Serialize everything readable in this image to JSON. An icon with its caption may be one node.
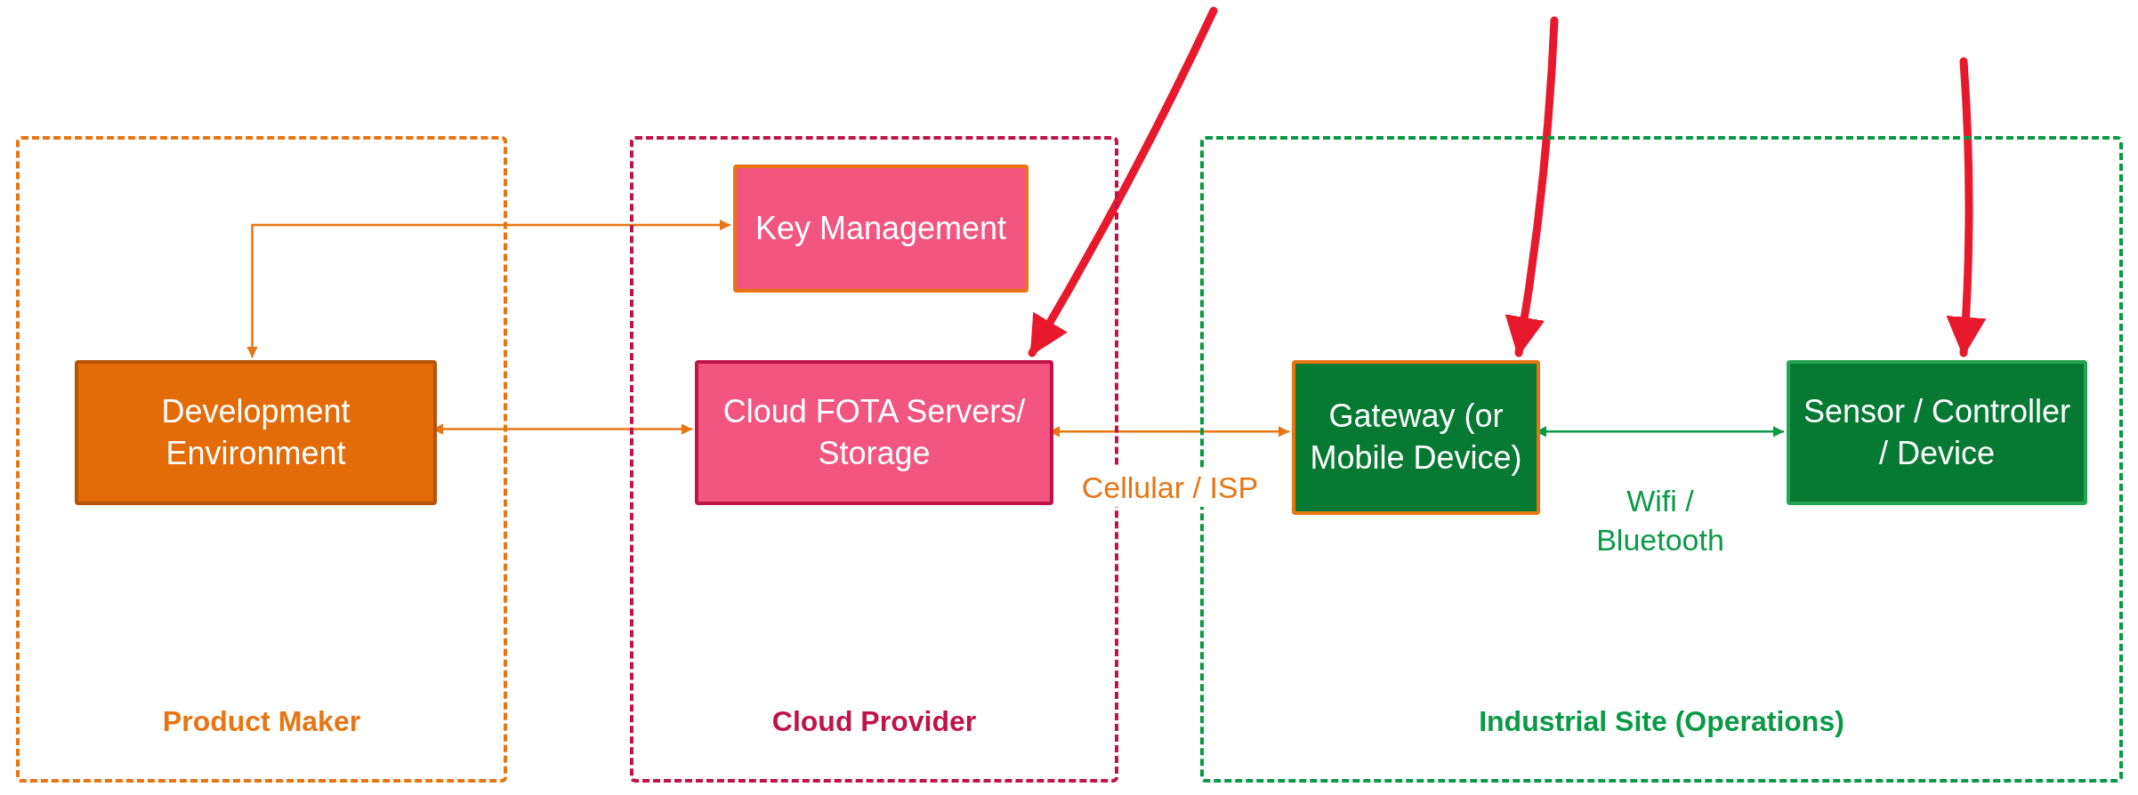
{
  "diagram": {
    "nodes": [
      {
        "text": [
          "Product Maker"
        ]
      },
      {
        "text": [
          "Development Environment"
        ],
        "in": 0
      },
      {
        "text": [
          "Cloud Provider"
        ]
      },
      {
        "text": [
          "Key Management"
        ],
        "in": 2
      },
      {
        "text": [
          "Cloud FOTA Servers/ Storage"
        ],
        "in": 2
      },
      {
        "text": [
          "Industrial Site (Operations)"
        ]
      },
      {
        "text": [
          "Gateway (or Mobile Device)"
        ],
        "in": 5
      },
      {
        "text": [
          "Sensor / Controller / Device"
        ],
        "in": 5
      }
    ],
    "edges": [
      {
        "from": 1,
        "to": 3,
        "arrow": "both"
      },
      {
        "from": 1,
        "to": 4,
        "arrow": "both"
      },
      {
        "from": 4,
        "to": 6,
        "arrow": "both",
        "label": "Cellular / ISP"
      },
      {
        "from": 6,
        "to": 7,
        "arrow": "both",
        "label": "Wifi / Bluetooth",
        "color": "#0a9a46"
      },
      {
        "from": null,
        "to": 4,
        "arrow": "to",
        "style": "thick",
        "color": "#e8192c"
      },
      {
        "from": null,
        "to": 6,
        "arrow": "to",
        "style": "thick",
        "color": "#e8192c"
      },
      {
        "from": null,
        "to": 7,
        "arrow": "to",
        "style": "thick",
        "color": "#e8192c"
      }
    ]
  }
}
